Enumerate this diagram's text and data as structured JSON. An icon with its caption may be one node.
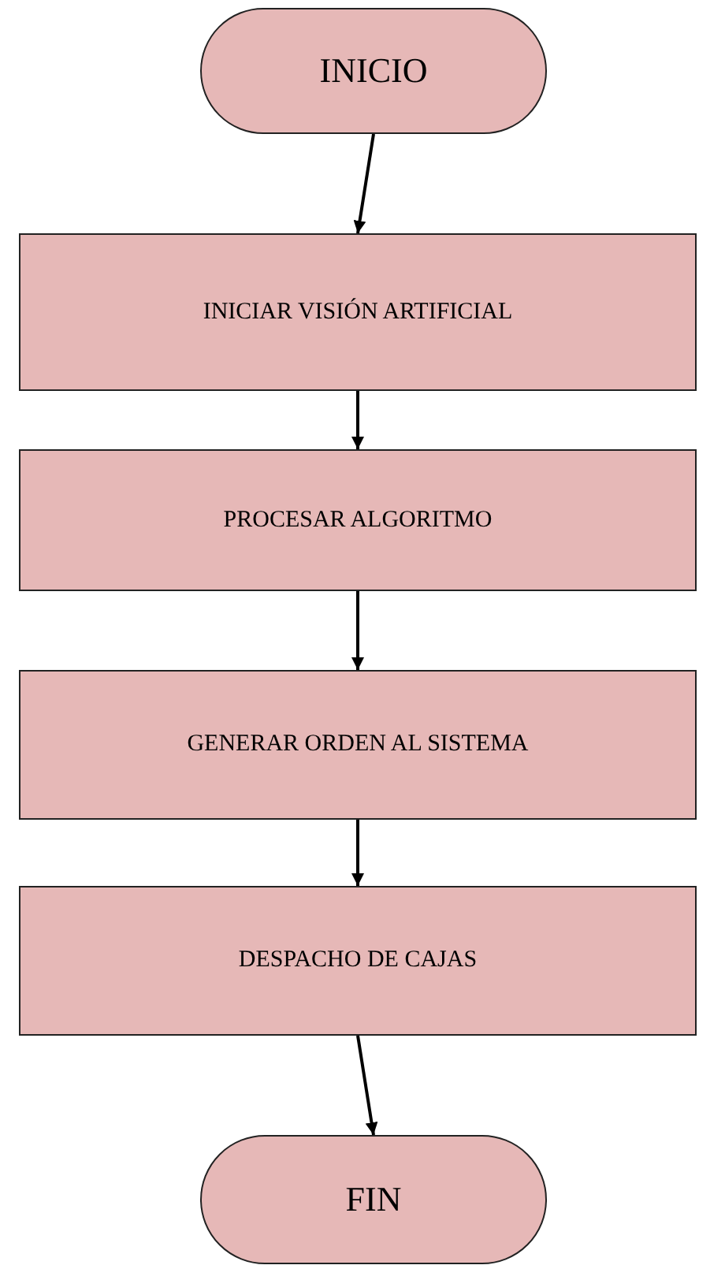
{
  "diagram": {
    "nodes": [
      {
        "text": [
          "INICIO"
        ]
      },
      {
        "text": [
          "INICIAR VISIÓN ARTIFICIAL"
        ]
      },
      {
        "text": [
          "PROCESAR ALGORITMO"
        ]
      },
      {
        "text": [
          "GENERAR ORDEN AL SISTEMA"
        ]
      },
      {
        "text": [
          "DESPACHO DE CAJAS"
        ]
      },
      {
        "text": [
          "FIN"
        ]
      }
    ],
    "edges": [
      {
        "from": 0,
        "to": 1,
        "arrow": "to"
      },
      {
        "from": 1,
        "to": 2,
        "arrow": "to"
      },
      {
        "from": 2,
        "to": 3,
        "arrow": "to"
      },
      {
        "from": 3,
        "to": 4,
        "arrow": "to"
      },
      {
        "from": 4,
        "to": 5,
        "arrow": "to"
      }
    ]
  }
}
